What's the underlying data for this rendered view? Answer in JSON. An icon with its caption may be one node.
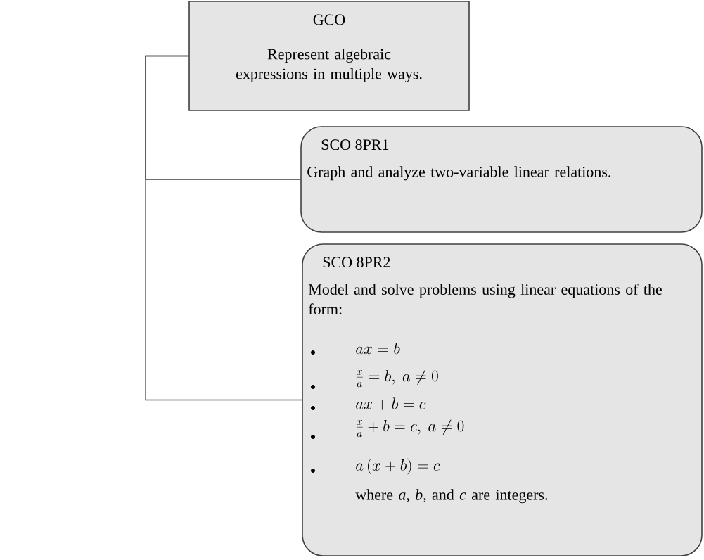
{
  "diagram": {
    "nodes": [
      {
        "text": [
          "GCO",
          "Represent algebraic expressions in multiple ways."
        ]
      },
      {
        "text": [
          "SCO 8PR1",
          "Graph and analyze two-variable linear relations."
        ]
      },
      {
        "text": [
          "SCO 8PR2",
          "Model and solve problems using linear equations of the form:",
          "ax=b",
          "\\frac{x}{a}=b,\\ a\\neq 0",
          "ax+b=c",
          "\\frac{x}{a}+b=c,\\ a\\neq 0",
          "a\\left(x+b\\right)=c",
          "where *a*, *b*, and *c* are integers."
        ]
      }
    ],
    "edges": [
      {
        "from": 0,
        "to": 1,
        "arrow": "none"
      },
      {
        "from": 0,
        "to": 2,
        "arrow": "none"
      }
    ]
  }
}
